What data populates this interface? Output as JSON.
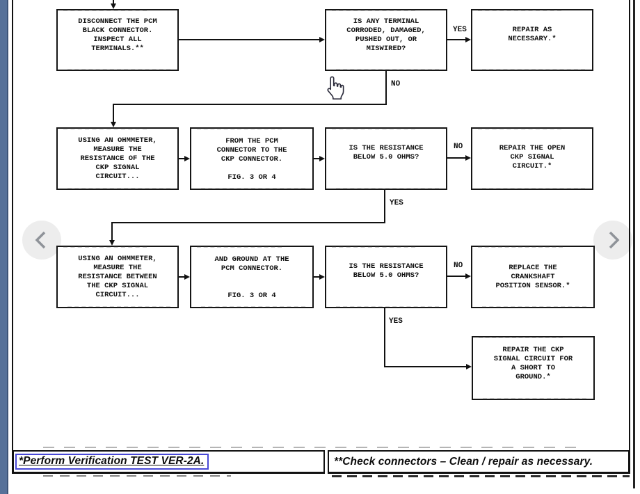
{
  "flowchart": {
    "nodes": [
      {
        "id": "disconnect-pcm",
        "text": "DISCONNECT THE PCM\nBLACK CONNECTOR.\nINSPECT ALL\nTERMINALS.**"
      },
      {
        "id": "terminal-check",
        "text": "IS ANY TERMINAL\nCORRODED, DAMAGED,\nPUSHED OUT, OR\nMISWIRED?"
      },
      {
        "id": "repair-necessary",
        "text": "REPAIR AS\nNECESSARY.*"
      },
      {
        "id": "ohmmeter-signal",
        "text": "USING AN OHMMETER,\nMEASURE THE\nRESISTANCE OF THE\nCKP SIGNAL\nCIRCUIT..."
      },
      {
        "id": "from-pcm",
        "text": "FROM THE PCM\nCONNECTOR TO THE\nCKP CONNECTOR.\n\nFIG. 3 OR 4"
      },
      {
        "id": "resistance-q1",
        "text": "IS THE RESISTANCE\nBELOW 5.0 OHMS?"
      },
      {
        "id": "repair-open",
        "text": "REPAIR THE OPEN\nCKP SIGNAL\nCIRCUIT.*"
      },
      {
        "id": "ohmmeter-ground",
        "text": "USING AN OHMMETER,\nMEASURE THE\nRESISTANCE BETWEEN\nTHE CKP SIGNAL\nCIRCUIT..."
      },
      {
        "id": "and-ground",
        "text": "AND GROUND AT THE\nPCM CONNECTOR.\n\n\nFIG. 3 OR 4"
      },
      {
        "id": "resistance-q2",
        "text": "IS THE RESISTANCE\nBELOW 5.0 OHMS?"
      },
      {
        "id": "replace-sensor",
        "text": "REPLACE THE\nCRANKSHAFT\nPOSITION SENSOR.*"
      },
      {
        "id": "repair-short",
        "text": "REPAIR THE CKP\nSIGNAL CIRCUIT FOR\nA SHORT TO\nGROUND.*"
      }
    ],
    "labels": [
      {
        "text": "YES"
      },
      {
        "text": "NO"
      },
      {
        "text": "NO"
      },
      {
        "text": "YES"
      },
      {
        "text": "NO"
      },
      {
        "text": "YES"
      }
    ]
  },
  "footer": {
    "left_note": "*Perform Verification TEST VER-2A.",
    "right_note": "**Check connectors – Clean / repair as necessary."
  },
  "icons": {
    "prev": "chevron-left",
    "next": "chevron-right",
    "pointer": "hand-pointer"
  },
  "colors": {
    "link_box": "#4848d6",
    "window_strip": "#567199",
    "line": "#111111"
  }
}
